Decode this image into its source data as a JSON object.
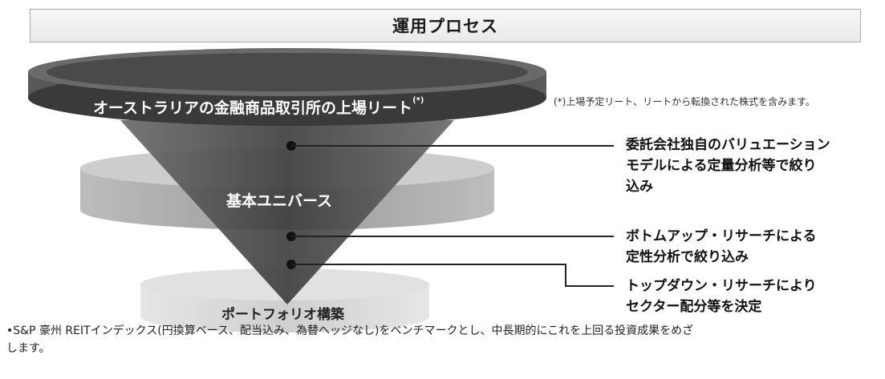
{
  "title": "運用プロセス",
  "layers": {
    "top": "オーストラリアの金融商品取引所の上場リート",
    "top_mark": "(*)",
    "middle": "基本ユニバース",
    "bottom": "ポートフォリオ構築"
  },
  "note": "(*)上場予定リート、リートから転換された株式を含みます。",
  "steps": [
    {
      "line1": "委託会社独自のバリュエーション",
      "line2": "モデルによる定量分析等で絞り",
      "line3": "込み"
    },
    {
      "line1": "ボトムアップ・リサーチによる",
      "line2": "定性分析で絞り込み"
    },
    {
      "line1": "トップダウン・リサーチにより",
      "line2": "セクター配分等を決定"
    }
  ],
  "footer": {
    "line1": "•S&P 豪州 REITインデックス(円換算ベース、配当込み、為替ヘッジなし)をベンチマークとし、中長期的にこれを上回る投資成果をめざ",
    "line2": "します。"
  }
}
